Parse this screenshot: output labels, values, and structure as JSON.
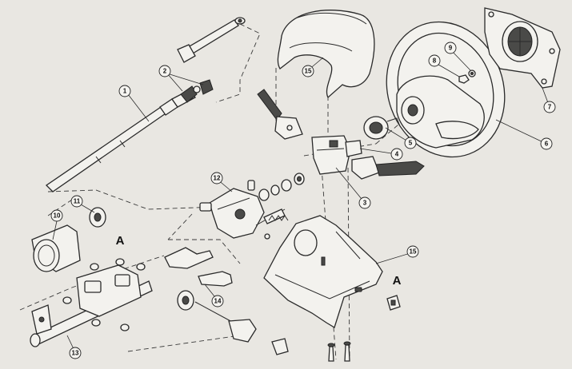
{
  "callouts": [
    {
      "id": "1",
      "label": "1"
    },
    {
      "id": "2",
      "label": "2"
    },
    {
      "id": "3",
      "label": "3"
    },
    {
      "id": "4",
      "label": "4"
    },
    {
      "id": "5",
      "label": "5"
    },
    {
      "id": "6",
      "label": "6"
    },
    {
      "id": "7",
      "label": "7"
    },
    {
      "id": "8",
      "label": "8"
    },
    {
      "id": "9",
      "label": "9"
    },
    {
      "id": "10",
      "label": "10"
    },
    {
      "id": "11",
      "label": "11"
    },
    {
      "id": "12",
      "label": "12"
    },
    {
      "id": "13",
      "label": "13"
    },
    {
      "id": "14",
      "label": "14"
    },
    {
      "id": "15a",
      "label": "15"
    },
    {
      "id": "15b",
      "label": "15"
    }
  ],
  "detail_markers": {
    "left": "A",
    "right": "A"
  }
}
